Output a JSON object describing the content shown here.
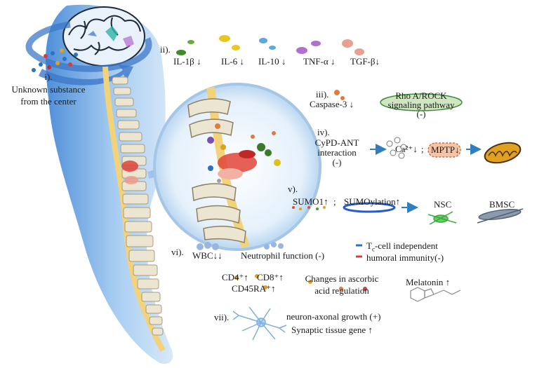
{
  "section_i": {
    "marker": "i).",
    "line1": "Unknown substance",
    "line2": "from the center"
  },
  "section_ii": {
    "marker": "ii).",
    "items": [
      "IL-1β ↓",
      "IL-6 ↓",
      "IL-10 ↓",
      "TNF-α ↓",
      "TGF-β↓"
    ]
  },
  "section_iii": {
    "marker": "iii).",
    "caspase": "Caspase-3 ↓",
    "pathway_line1": "Rho A/ROCK",
    "pathway_line2": "signaling pathway",
    "pathway_line3": "(-)"
  },
  "section_iv": {
    "marker": "iv).",
    "line1": "CyPD-ANT",
    "line2": "interaction",
    "line3": "(-)",
    "calcium": "Ca²⁺↓",
    "separator": ";",
    "mptp": "MPTP↓"
  },
  "section_v": {
    "marker": "v).",
    "sumo1": "SUMO1↑",
    "separator": ";",
    "sumoylation": "SUMOylation↑",
    "nsc": "NSC",
    "bmsc": "BMSC"
  },
  "section_vi": {
    "marker": "vi).",
    "wbc": "WBC↓↓",
    "neutrophil": "Neutrophil function (-)",
    "tcell_line1": "T",
    "tcell_sub": "c",
    "tcell_line1_rest": "-cell independent",
    "tcell_line2": "humoral immunity(-)",
    "cd4": "CD4⁺↑",
    "cd8": "CD8⁺↑",
    "cd45": "CD45RA⁺↑",
    "ascorbic_line1": "Changes in ascorbic",
    "ascorbic_line2": "acid regulation",
    "melatonin": "Melatonin ↑"
  },
  "section_vii": {
    "marker": "vii).",
    "line1": "neuron-axonal growth (+)",
    "line2": "Synaptic tissue gene ↑"
  },
  "colors": {
    "background_blue": "#7fb3e8",
    "cord_yellow": "#f4d98a",
    "vertebra": "#e8e2cf",
    "lesion_red": "#e0443a",
    "arrow_blue": "#2f7fc0"
  }
}
